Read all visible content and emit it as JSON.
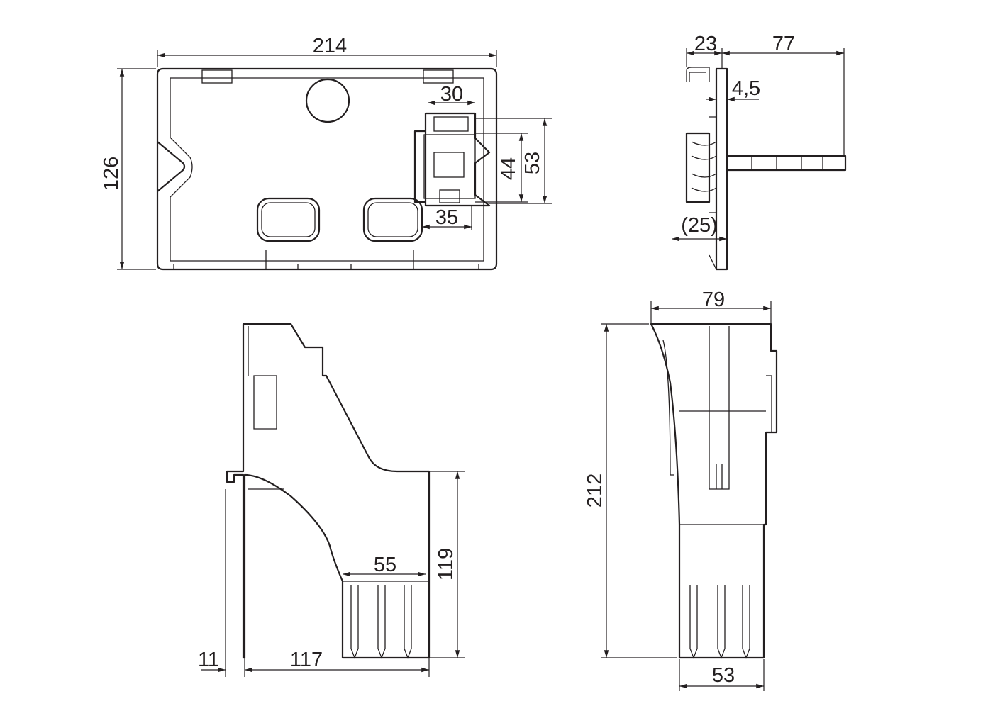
{
  "dimensions": {
    "front_width": "214",
    "front_height": "126",
    "mech_width_top": "30",
    "mech_height_inner": "44",
    "mech_height_outer": "53",
    "mech_width_bottom": "35",
    "side_depth": "23",
    "side_rod_length": "77",
    "side_plate_thickness": "4,5",
    "side_frame_depth": "(25)",
    "funnel_width_top": "79",
    "funnel_height": "212",
    "funnel_width_bottom": "53",
    "funnel_teeth_width": "55",
    "profile_lower_height": "119",
    "profile_offset": "11",
    "profile_base_width": "117"
  },
  "colors": {
    "line": "#231f20",
    "background": "#ffffff"
  }
}
